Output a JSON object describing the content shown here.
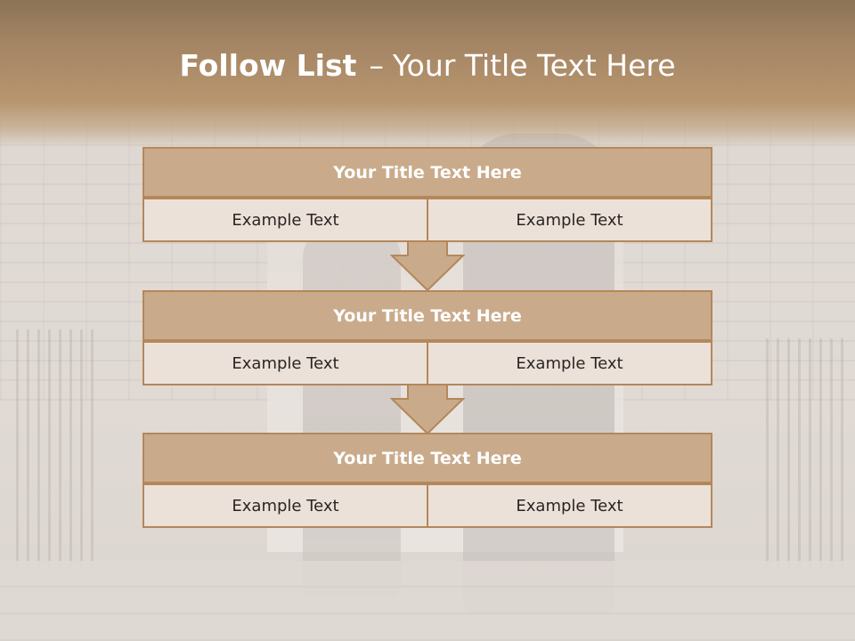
{
  "slide": {
    "title_bold": "Follow List",
    "title_separator": "–",
    "title_rest": "Your Title Text Here"
  },
  "blocks": [
    {
      "title": "Your Title Text Here",
      "left_text": "Example Text",
      "right_text": "Example Text"
    },
    {
      "title": "Your Title Text Here",
      "left_text": "Example Text",
      "right_text": "Example Text"
    },
    {
      "title": "Your Title Text Here",
      "left_text": "Example Text",
      "right_text": "Example Text"
    }
  ],
  "colors": {
    "header_band": "#a48564",
    "block_title_fill": "#c9ab8b",
    "block_border": "#b4875a",
    "cell_fill": "#ece1d9",
    "arrow_fill": "#c9ab8b"
  },
  "icons": {
    "arrow": "down-arrow-icon"
  }
}
